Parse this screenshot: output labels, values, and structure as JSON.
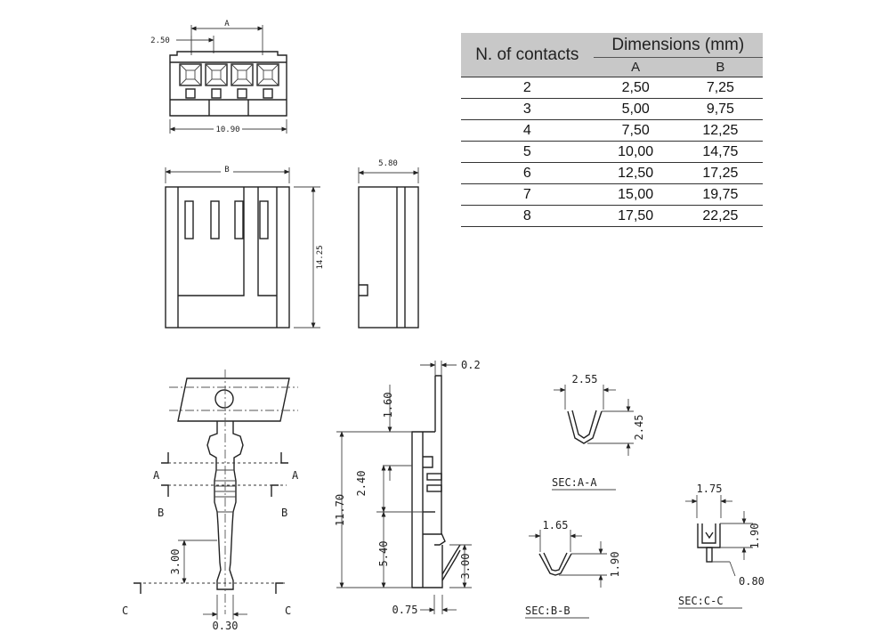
{
  "table": {
    "col_contacts": "N. of contacts",
    "col_dimensions": "Dimensions (mm)",
    "col_a": "A",
    "col_b": "B",
    "rows": [
      {
        "contacts": "2",
        "a": "2,50",
        "b": "7,25"
      },
      {
        "contacts": "3",
        "a": "5,00",
        "b": "9,75"
      },
      {
        "contacts": "4",
        "a": "7,50",
        "b": "12,25"
      },
      {
        "contacts": "5",
        "a": "10,00",
        "b": "14,75"
      },
      {
        "contacts": "6",
        "a": "12,50",
        "b": "17,25"
      },
      {
        "contacts": "7",
        "a": "15,00",
        "b": "19,75"
      },
      {
        "contacts": "8",
        "a": "17,50",
        "b": "22,25"
      }
    ]
  },
  "housing": {
    "dim_a": "A",
    "dim_pitch": "2.50",
    "dim_width": "10.90",
    "dim_b": "B",
    "dim_depth": "5.80",
    "dim_height": "14.25"
  },
  "terminal": {
    "sec_a": "A",
    "sec_b": "B",
    "sec_c": "C",
    "dim_thickness": "0.2",
    "dim_1_60": "1.60",
    "dim_2_40": "2.40",
    "dim_11_70": "11.70",
    "dim_5_40": "5.40",
    "dim_3_00_side": "3.00",
    "dim_3_00_front": "3.00",
    "dim_0_75": "0.75",
    "dim_0_30": "0.30"
  },
  "sections": {
    "a": {
      "label": "SEC:A-A",
      "width": "2.55",
      "height": "2.45"
    },
    "b": {
      "label": "SEC:B-B",
      "width": "1.65",
      "height": "1.90"
    },
    "c": {
      "label": "SEC:C-C",
      "width": "1.75",
      "height": "1.90",
      "extra": "0.80"
    }
  }
}
